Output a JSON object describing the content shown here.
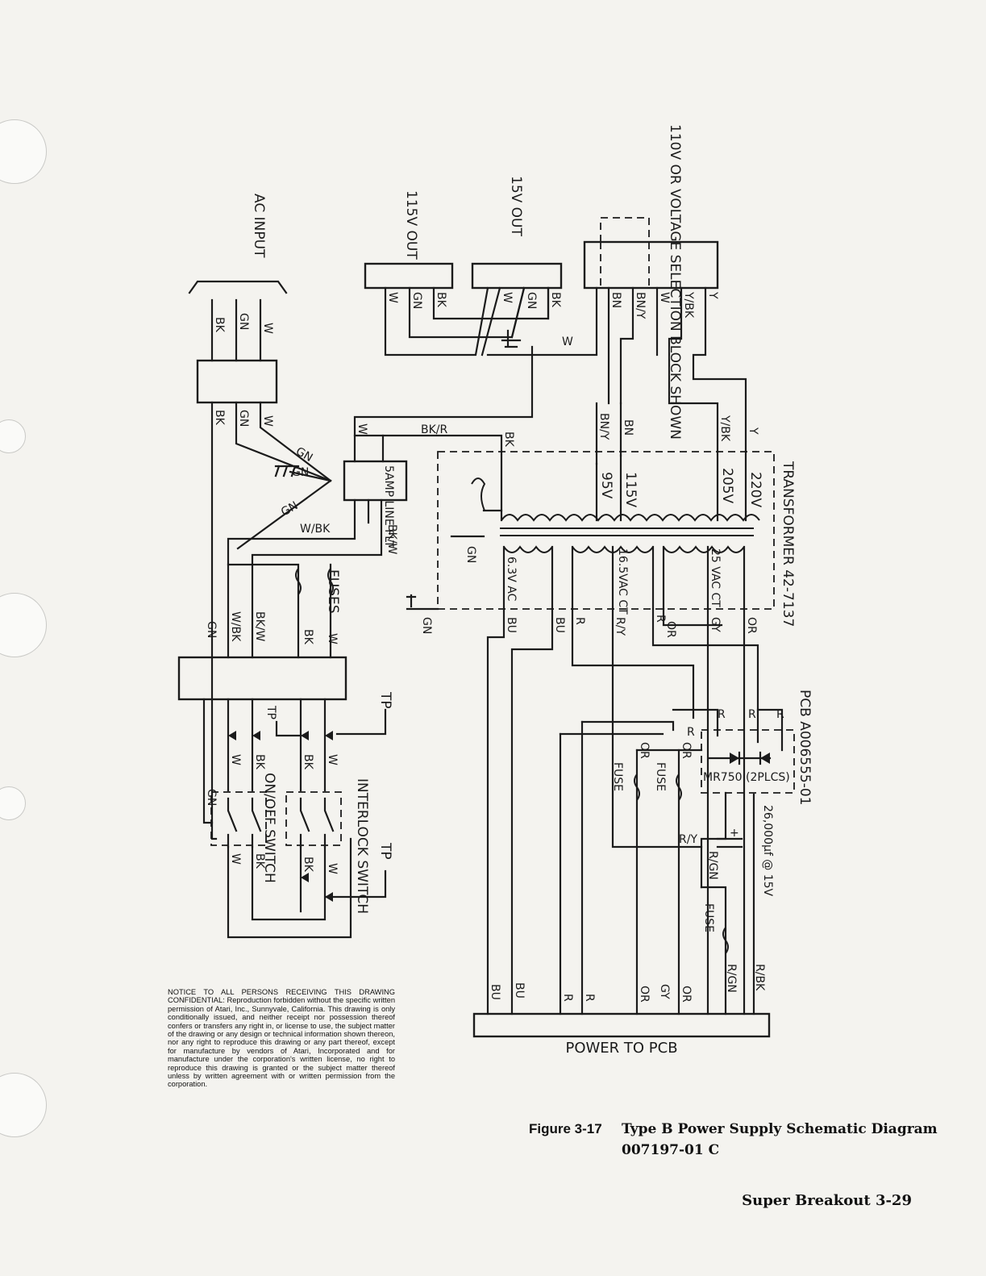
{
  "labels": {
    "ac_input": "AC INPUT",
    "out_115": "115V OUT",
    "out_15": "15V OUT",
    "voltage_selection": "110V OR VOLTAGE SELECTION BLOCK SHOWN",
    "transformer": "TRANSFORMER 42-7137",
    "line_filter": "5AMP LINE FLT",
    "fuses": "FUSES",
    "pcb": "PCB A006555-01",
    "capacitor": "26,000µf @ 15V",
    "rectifier": "MR750 (2PLCS)",
    "on_off_switch": "ON/OFF SWITCH",
    "interlock_switch": "INTERLOCK SWITCH",
    "power_to_pcb": "POWER TO PCB",
    "fuse": "FUSE",
    "tp": "TP",
    "v6_3": "6.3V AC",
    "v16_5": "16.5VAC CT",
    "v25": "25 VAC CT",
    "tap_220": "220V",
    "tap_205": "205V",
    "tap_115": "115V",
    "tap_95": "95V"
  },
  "wires": {
    "bk": "BK",
    "gn": "GN",
    "w": "W",
    "y": "Y",
    "ybk": "Y/BK",
    "bn": "BN",
    "bny": "BN/Y",
    "bkr": "BK/R",
    "wbk": "W/BK",
    "bkw": "BK/W",
    "or": "OR",
    "gy": "GY",
    "r": "R",
    "ry": "R/Y",
    "bu": "BU",
    "rgn": "R/GN",
    "rbk": "R/BK",
    "plus": "+"
  },
  "notice": "NOTICE TO ALL PERSONS RECEIVING THIS DRAWING CONFIDENTIAL: Reproduction forbidden without the specific written permission of Atari, Inc., Sunnyvale, California. This drawing is only conditionally issued, and neither receipt nor possession thereof confers or transfers any right in, or license to use, the subject matter of the drawing or any design or technical information shown thereon, nor any right to reproduce this drawing or any part thereof, except for manufacture by vendors of Atari, Incorporated and for manufacture under the corporation's written license, no right to reproduce this drawing is granted or the subject matter thereof unless by written agreement with or written permission from the corporation.",
  "caption": {
    "figure": "Figure 3-17",
    "title": "Type B Power Supply Schematic Diagram",
    "number": "007197-01    C"
  },
  "footer": "Super Breakout 3-29"
}
